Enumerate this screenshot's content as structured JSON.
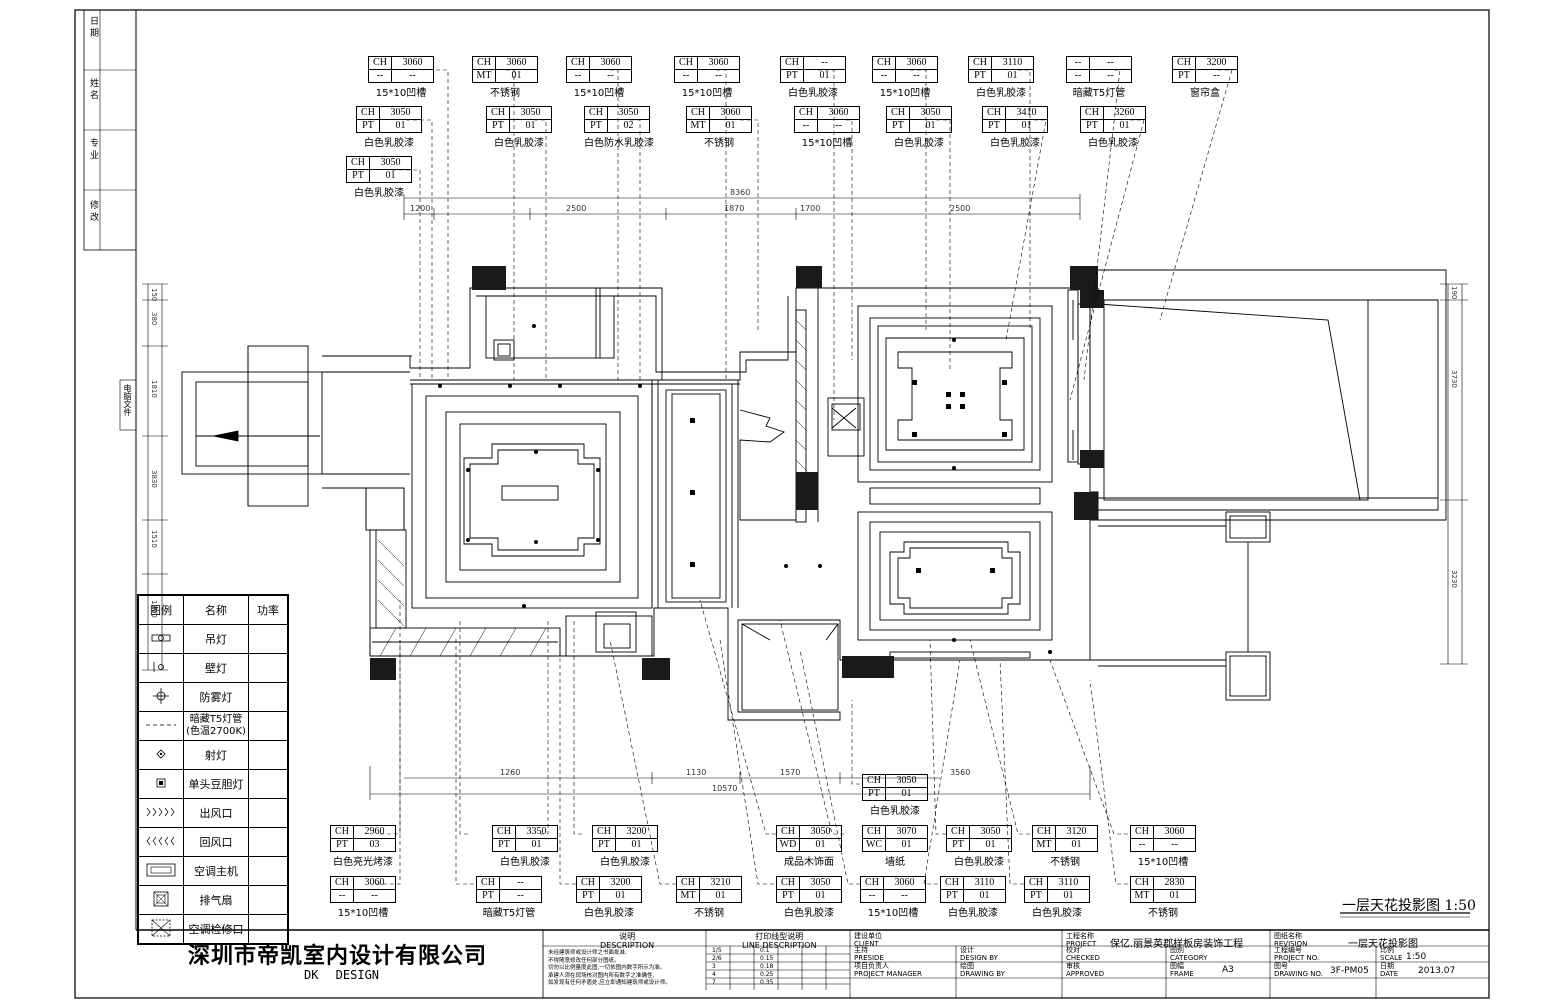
{
  "company": {
    "name_cn": "深圳市帝凯室内设计有限公司",
    "name_en": "DK DESIGN"
  },
  "drawing_title": "一层天花投影图 1:50",
  "side_revision_labels": [
    "日 期",
    "姓 名",
    "专 业",
    "修 改"
  ],
  "side_note": "电脑文件",
  "legend": {
    "headers": [
      "图例",
      "名称",
      "功率"
    ],
    "items": [
      {
        "icon": "pendant-lamp-icon",
        "name": "吊灯"
      },
      {
        "icon": "wall-lamp-icon",
        "name": "壁灯"
      },
      {
        "icon": "fog-lamp-icon",
        "name": "防雾灯"
      },
      {
        "icon": "t5-tube-icon",
        "name": "暗藏T5灯管",
        "name2": "(色温2700K)"
      },
      {
        "icon": "spotlight-icon",
        "name": "射灯"
      },
      {
        "icon": "single-head-downlight-icon",
        "name": "单头豆胆灯"
      },
      {
        "icon": "supply-air-icon",
        "name": "出风口"
      },
      {
        "icon": "return-air-icon",
        "name": "回风口"
      },
      {
        "icon": "ac-unit-icon",
        "name": "空调主机"
      },
      {
        "icon": "exhaust-fan-icon",
        "name": "排气扇"
      },
      {
        "icon": "ac-access-panel-icon",
        "name": "空调检修口"
      }
    ]
  },
  "top_tags": [
    {
      "r1": [
        "CH",
        "3060"
      ],
      "r2": [
        "--",
        "--"
      ],
      "label": "15*10凹槽"
    },
    {
      "r1": [
        "CH",
        "3060"
      ],
      "r2": [
        "MT",
        "01"
      ],
      "label": "不锈钢"
    },
    {
      "r1": [
        "CH",
        "3060"
      ],
      "r2": [
        "--",
        "--"
      ],
      "label": "15*10凹槽"
    },
    {
      "r1": [
        "CH",
        "3060"
      ],
      "r2": [
        "--",
        "--"
      ],
      "label": "15*10凹槽"
    },
    {
      "r1": [
        "CH",
        "--"
      ],
      "r2": [
        "PT",
        "01"
      ],
      "label": "白色乳胶漆"
    },
    {
      "r1": [
        "CH",
        "3060"
      ],
      "r2": [
        "--",
        "--"
      ],
      "label": "15*10凹槽"
    },
    {
      "r1": [
        "CH",
        "3110"
      ],
      "r2": [
        "PT",
        "01"
      ],
      "label": "白色乳胶漆"
    },
    {
      "r1": [
        "--",
        "--"
      ],
      "r2": [
        "--",
        "--"
      ],
      "label": "暗藏T5灯管"
    },
    {
      "r1": [
        "CH",
        "3200"
      ],
      "r2": [
        "PT",
        "--"
      ],
      "label": "窗帘盒"
    },
    {
      "r1": [
        "CH",
        "3050"
      ],
      "r2": [
        "PT",
        "01"
      ],
      "label": "白色乳胶漆"
    },
    {
      "r1": [
        "CH",
        "3050"
      ],
      "r2": [
        "PT",
        "01"
      ],
      "label": "白色乳胶漆"
    },
    {
      "r1": [
        "CH",
        "3050"
      ],
      "r2": [
        "PT",
        "02"
      ],
      "label": "白色防水乳胶漆"
    },
    {
      "r1": [
        "CH",
        "3060"
      ],
      "r2": [
        "MT",
        "01"
      ],
      "label": "不锈钢"
    },
    {
      "r1": [
        "CH",
        "3060"
      ],
      "r2": [
        "--",
        "--"
      ],
      "label": "15*10凹槽"
    },
    {
      "r1": [
        "CH",
        "3050"
      ],
      "r2": [
        "PT",
        "01"
      ],
      "label": "白色乳胶漆"
    },
    {
      "r1": [
        "CH",
        "3410"
      ],
      "r2": [
        "PT",
        "01"
      ],
      "label": "白色乳胶漆"
    },
    {
      "r1": [
        "CH",
        "3260"
      ],
      "r2": [
        "PT",
        "01"
      ],
      "label": "白色乳胶漆"
    },
    {
      "r1": [
        "CH",
        "3050"
      ],
      "r2": [
        "PT",
        "01"
      ],
      "label": "白色乳胶漆"
    }
  ],
  "bottom_tags": [
    {
      "r1": [
        "CH",
        "3050"
      ],
      "r2": [
        "PT",
        "01"
      ],
      "label": "白色乳胶漆"
    },
    {
      "r1": [
        "CH",
        "2960"
      ],
      "r2": [
        "PT",
        "03"
      ],
      "label": "白色亮光烤漆"
    },
    {
      "r1": [
        "CH",
        "3350"
      ],
      "r2": [
        "PT",
        "01"
      ],
      "label": "白色乳胶漆"
    },
    {
      "r1": [
        "CH",
        "3200"
      ],
      "r2": [
        "PT",
        "01"
      ],
      "label": "白色乳胶漆"
    },
    {
      "r1": [
        "CH",
        "3050"
      ],
      "r2": [
        "WD",
        "01"
      ],
      "label": "成品木饰面"
    },
    {
      "r1": [
        "CH",
        "3070"
      ],
      "r2": [
        "WC",
        "01"
      ],
      "label": "墙纸"
    },
    {
      "r1": [
        "CH",
        "3050"
      ],
      "r2": [
        "PT",
        "01"
      ],
      "label": "白色乳胶漆"
    },
    {
      "r1": [
        "CH",
        "3120"
      ],
      "r2": [
        "MT",
        "01"
      ],
      "label": "不锈钢"
    },
    {
      "r1": [
        "CH",
        "3060"
      ],
      "r2": [
        "--",
        "--"
      ],
      "label": "15*10凹槽"
    },
    {
      "r1": [
        "CH",
        "3060"
      ],
      "r2": [
        "--",
        "--"
      ],
      "label": "15*10凹槽"
    },
    {
      "r1": [
        "CH",
        "--"
      ],
      "r2": [
        "PT",
        "--"
      ],
      "label": "暗藏T5灯管"
    },
    {
      "r1": [
        "CH",
        "3200"
      ],
      "r2": [
        "PT",
        "01"
      ],
      "label": "白色乳胶漆"
    },
    {
      "r1": [
        "CH",
        "3210"
      ],
      "r2": [
        "MT",
        "01"
      ],
      "label": "不锈钢"
    },
    {
      "r1": [
        "CH",
        "3050"
      ],
      "r2": [
        "PT",
        "01"
      ],
      "label": "白色乳胶漆"
    },
    {
      "r1": [
        "CH",
        "3060"
      ],
      "r2": [
        "--",
        "--"
      ],
      "label": "15*10凹槽"
    },
    {
      "r1": [
        "CH",
        "3110"
      ],
      "r2": [
        "PT",
        "01"
      ],
      "label": "白色乳胶漆"
    },
    {
      "r1": [
        "CH",
        "3110"
      ],
      "r2": [
        "PT",
        "01"
      ],
      "label": "白色乳胶漆"
    },
    {
      "r1": [
        "CH",
        "2830"
      ],
      "r2": [
        "MT",
        "01"
      ],
      "label": "不锈钢"
    }
  ],
  "top_dimensions": {
    "overall": "8360",
    "segments": [
      "1200",
      "2500",
      "1870",
      "1700",
      "2500"
    ]
  },
  "bottom_dimensions": {
    "overall": "10570",
    "segments": [
      "1260",
      "1130",
      "1570",
      "3560"
    ]
  },
  "left_dimensions": [
    "150",
    "380",
    "1810",
    "3830",
    "1510",
    "1210"
  ],
  "right_dimensions": [
    "190",
    "3730",
    "3230"
  ],
  "title_block": {
    "description_label": "说明\nDESCRIPTION",
    "notes": [
      "未经建筑师或设计师之书面批准,",
      "不得随意修改任何部分图纸。",
      "切勿以比例量度此图,一切依图内数字所示为准。",
      "承建人须在现场核对图内所有数字之准确性,",
      "如发现有任何矛盾处,应立即通知建筑师或设计师。"
    ],
    "line_description_label": "打印线型说明\nLINE DESCRIPTION",
    "line_rows": [
      [
        "1/5",
        "0.1"
      ],
      [
        "2/6",
        "0.15"
      ],
      [
        "3",
        "0.18"
      ],
      [
        "4",
        "0.25"
      ],
      [
        "7",
        "0.35"
      ]
    ],
    "client_label": "建设单位\nCLIENT",
    "preside_label": "主持\nPRESIDE",
    "design_label": "设计\nDESIGN BY",
    "manager_label": "项目负责人\nPROJECT MANAGER",
    "drawing_by_label": "绘图\nDRAWING BY",
    "project_label": "工程名称\nPROJECT",
    "project_value": "保亿.丽景英郡样板房装饰工程",
    "checked_label": "校对\nCHECKED",
    "category_label": "图别\nCATEGORY",
    "approved_label": "审核\nAPPROVED",
    "frame_label": "图幅\nFRAME",
    "frame_value": "A3",
    "revision_label": "图纸名称\nREVISION",
    "revision_value": "一层天花投影图",
    "project_no_label": "工程编号\nPROJECT NO.",
    "scale_label": "比例\nSCALE",
    "scale_value": "1:50",
    "drawing_no_label": "图号\nDRAWING NO.",
    "drawing_no_value": "3F-PM05",
    "date_label": "日期\nDATE",
    "date_value": "2013.07"
  }
}
